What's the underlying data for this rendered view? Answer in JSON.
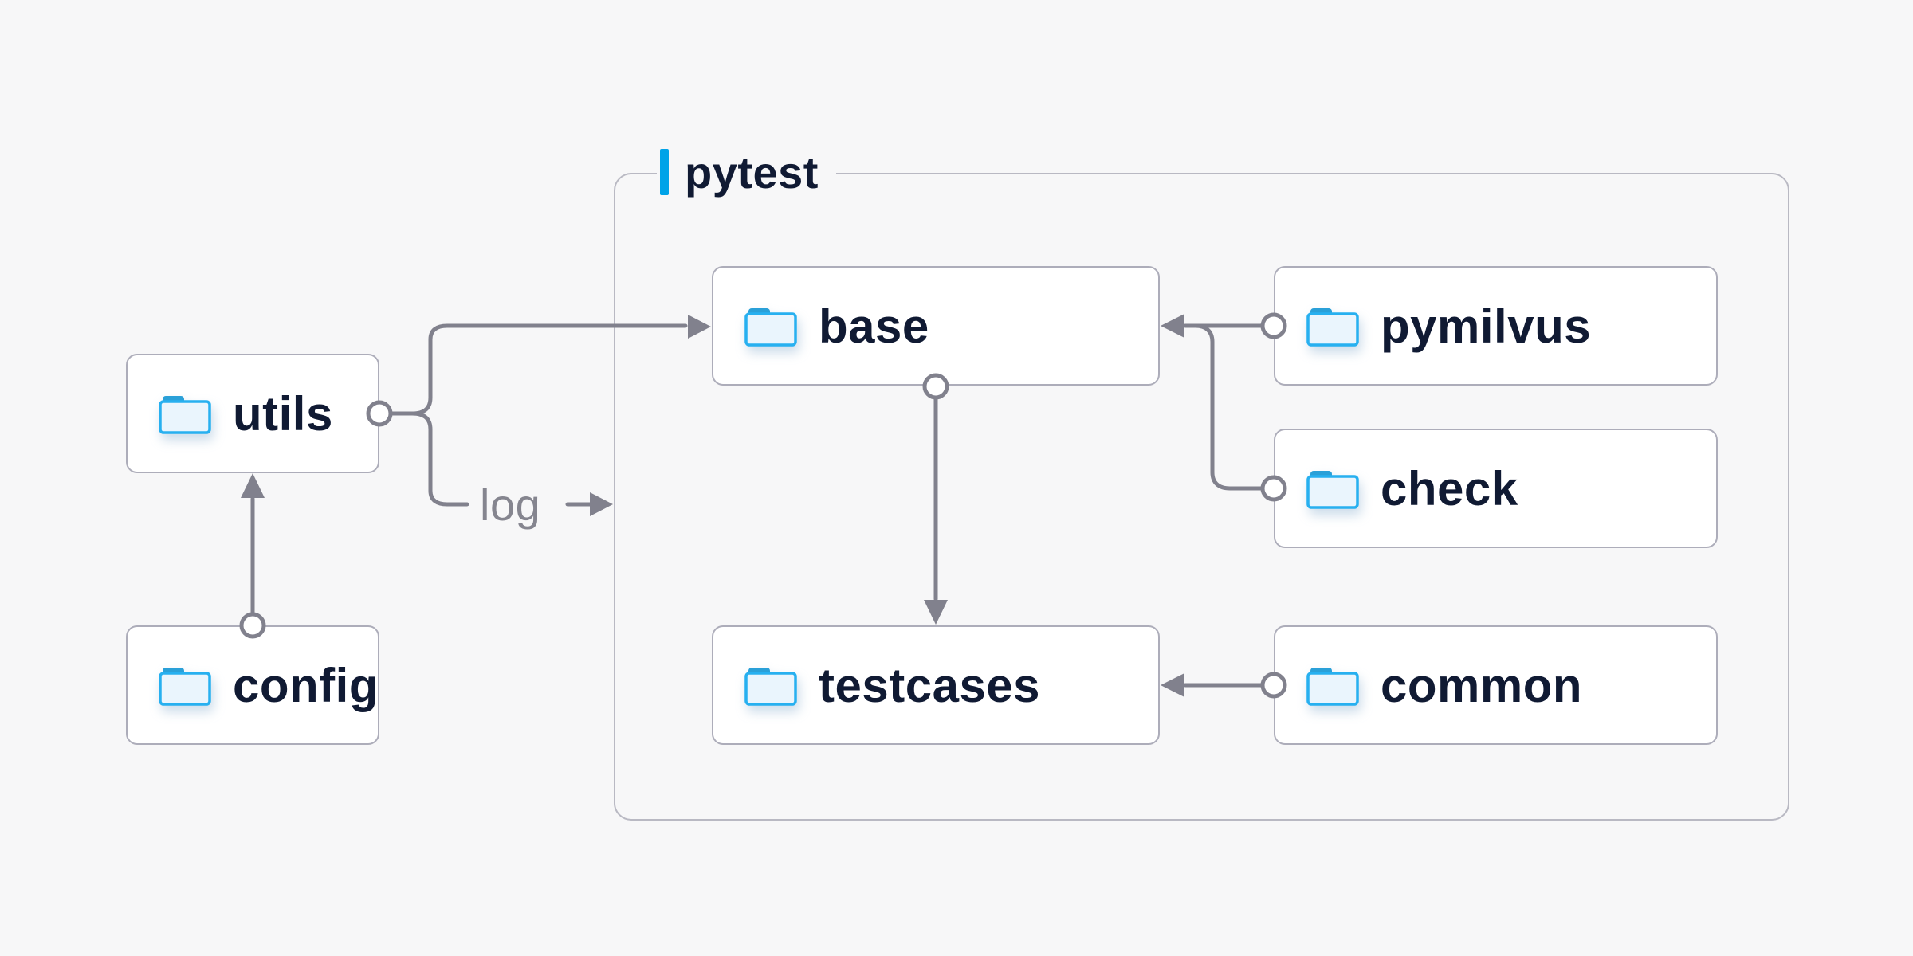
{
  "diagram": {
    "title_group": {
      "label": "pytest"
    },
    "nodes": [
      {
        "id": "utils",
        "label": "utils",
        "icon": "folder-icon"
      },
      {
        "id": "config",
        "label": "config",
        "icon": "folder-icon"
      },
      {
        "id": "base",
        "label": "base",
        "icon": "folder-icon"
      },
      {
        "id": "pymilvus",
        "label": "pymilvus",
        "icon": "folder-icon"
      },
      {
        "id": "check",
        "label": "check",
        "icon": "folder-icon"
      },
      {
        "id": "testcases",
        "label": "testcases",
        "icon": "folder-icon"
      },
      {
        "id": "common",
        "label": "common",
        "icon": "folder-icon"
      }
    ],
    "edges": [
      {
        "from": "config",
        "to": "utils",
        "label": ""
      },
      {
        "from": "utils",
        "to": "base",
        "label": ""
      },
      {
        "from": "utils",
        "to": "pytest",
        "label": "log"
      },
      {
        "from": "base",
        "to": "testcases",
        "label": ""
      },
      {
        "from": "pymilvus",
        "to": "base",
        "label": ""
      },
      {
        "from": "check",
        "to": "base",
        "label": ""
      },
      {
        "from": "common",
        "to": "testcases",
        "label": ""
      }
    ],
    "colors": {
      "background": "#f7f7f8",
      "accent": "#00a3e8",
      "line": "#81818d",
      "box_border": "#adadba",
      "group_border": "#b9b9c3",
      "text": "#101a33",
      "muted_text": "#85858f",
      "folder_stroke": "#27b0f0",
      "folder_fill": "#eaf5fd",
      "folder_tab": "#2aa0d8"
    }
  }
}
